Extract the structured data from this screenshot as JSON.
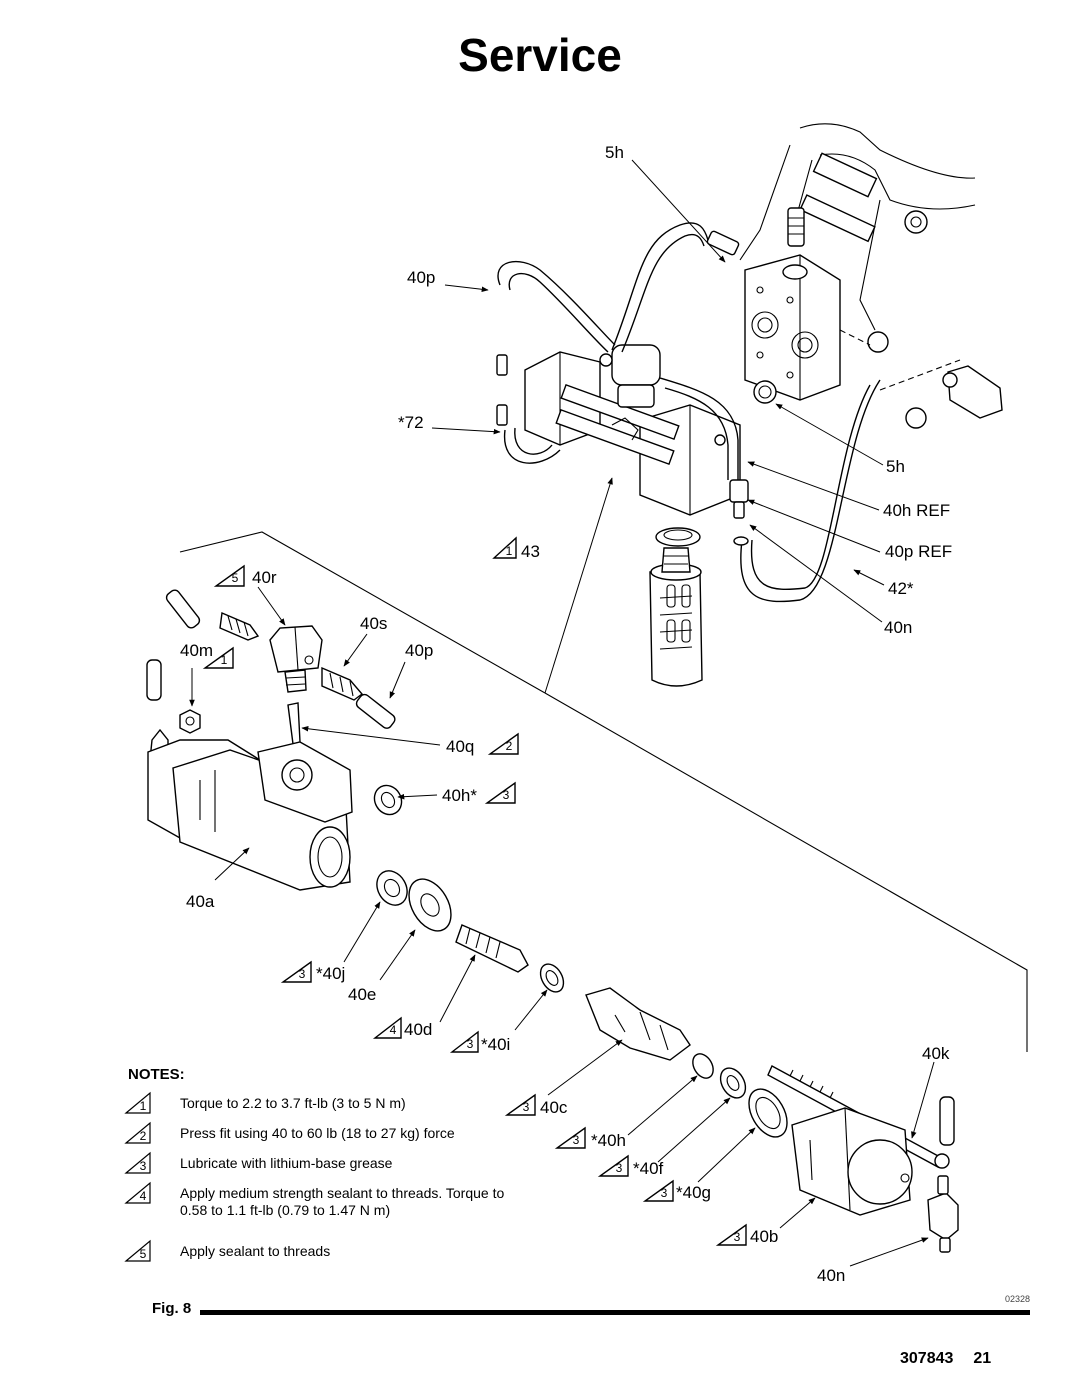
{
  "title": "Service",
  "callouts": {
    "c5h_top": "5h",
    "c40p_top": "40p",
    "c72": "*72",
    "c5h_right": "5h",
    "c40h_ref": "40h REF",
    "c43": "43",
    "c40p_ref": "40p REF",
    "c42": "42*",
    "c40n_right": "40n",
    "c40r": "40r",
    "c40s": "40s",
    "c40m": "40m",
    "c40p_mid": "40p",
    "c40q": "40q",
    "c40h_mid": "40h*",
    "c40a": "40a",
    "c40j": "*40j",
    "c40e": "40e",
    "c40d": "40d",
    "c40i": "*40i",
    "c40k": "40k",
    "c40c": "40c",
    "c40h_low": "*40h",
    "c40f": "*40f",
    "c40g": "*40g",
    "c40b": "40b",
    "c40n_low": "40n"
  },
  "markers": {
    "m43": "1",
    "m40r": "5",
    "m40m": "1",
    "m40q": "2",
    "m40h": "3",
    "m40j": "3",
    "m40d": "4",
    "m40i": "3",
    "m40c": "3",
    "m40h_low": "3",
    "m40f": "3",
    "m40g": "3",
    "m40b": "3"
  },
  "notes": {
    "heading": "NOTES:",
    "items": [
      {
        "num": "1",
        "text": "Torque to 2.2 to 3.7 ft-lb (3 to 5 N m)"
      },
      {
        "num": "2",
        "text": "Press fit using 40 to 60 lb (18 to 27 kg) force"
      },
      {
        "num": "3",
        "text": "Lubricate with lithium-base grease"
      },
      {
        "num": "4",
        "text": "Apply medium strength sealant to threads. Torque to 0.58 to 1.1 ft-lb (0.79 to 1.47 N m)"
      },
      {
        "num": "5",
        "text": "Apply sealant to threads"
      }
    ]
  },
  "figure_label": "Fig. 8",
  "drawing_id": "02328",
  "footer": {
    "doc_number": "307843",
    "page_number": "21"
  }
}
